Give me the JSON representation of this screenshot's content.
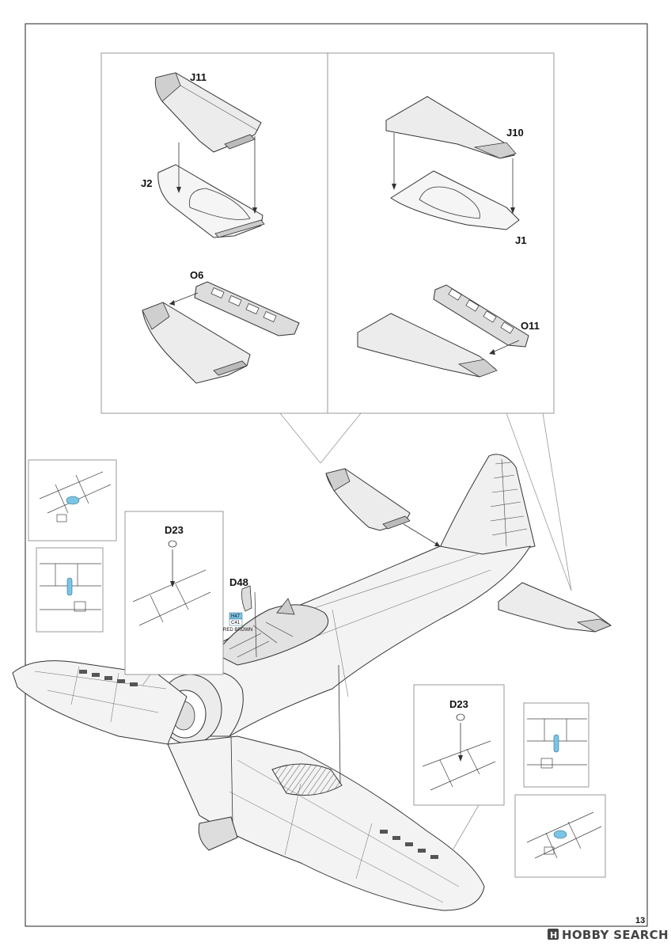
{
  "page_number": "13",
  "watermark": {
    "icon": "hobby-search-logo-icon",
    "text": "HOBBY SEARCH"
  },
  "parts": {
    "j11": "J11",
    "j2": "J2",
    "j10": "J10",
    "j1": "J1",
    "o6": "O6",
    "o11": "O11",
    "d48": "D48",
    "d23_left": "D23",
    "d23_right": "D23"
  },
  "paint": {
    "code_a": "H47",
    "code_b": "C41",
    "name": "RED BROWN",
    "color": "#7cc4e4"
  }
}
